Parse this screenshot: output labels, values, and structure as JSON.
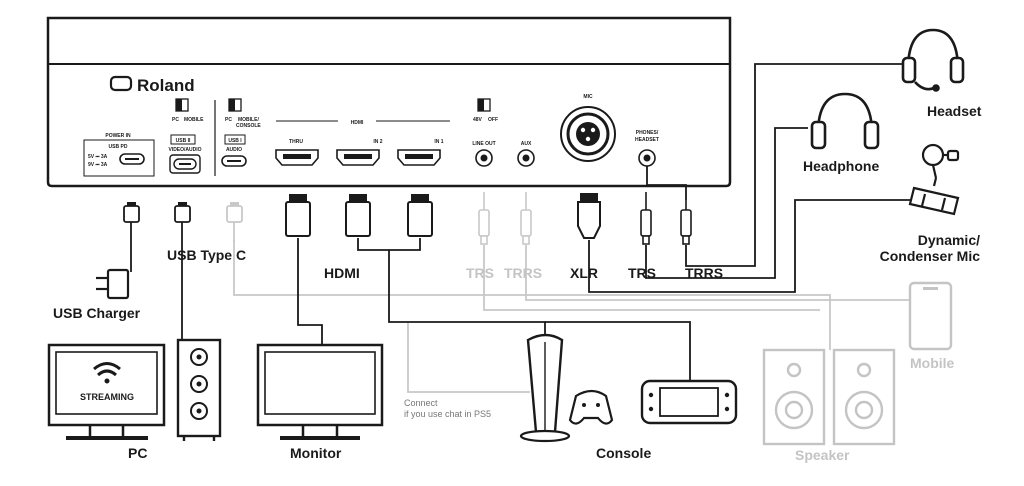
{
  "device": {
    "brand": "Roland",
    "panel": {
      "power_in": "POWER IN",
      "usb_pd": "USB PD",
      "power_spec_1": "5V ⎓ 3A",
      "power_spec_2": "9V ⎓ 3A",
      "switch1_pc": "PC",
      "switch1_mobile": "MOBILE",
      "usb2_badge": "USB II",
      "video_audio": "VIDEO/AUDIO",
      "switch2_pc": "PC",
      "switch2_mobile_console": "MOBILE/",
      "switch2_console": "CONSOLE",
      "usb1_badge": "USB I",
      "audio": "AUDIO",
      "hdmi": "HDMI",
      "thru": "THRU",
      "in2": "IN 2",
      "in1": "IN 1",
      "phantom_48v": "48V",
      "phantom_off": "OFF",
      "line_out": "LINE OUT",
      "aux": "AUX",
      "mic": "MIC",
      "phones": "PHONES/",
      "headset_port": "HEADSET"
    }
  },
  "labels": {
    "usb_charger": "USB Charger",
    "usb_type_c": "USB Type C",
    "hdmi": "HDMI",
    "trs1": "TRS",
    "trrs1": "TRRS",
    "xlr": "XLR",
    "trs2": "TRS",
    "trrs2": "TRRS",
    "headset": "Headset",
    "headphone": "Headphone",
    "mic_line1": "Dynamic/",
    "mic_line2": "Condenser Mic",
    "mobile": "Mobile",
    "speaker": "Speaker",
    "pc": "PC",
    "monitor": "Monitor",
    "console": "Console",
    "streaming": "STREAMING",
    "note_line1": "Connect",
    "note_line2": "if you use chat in PS5"
  }
}
